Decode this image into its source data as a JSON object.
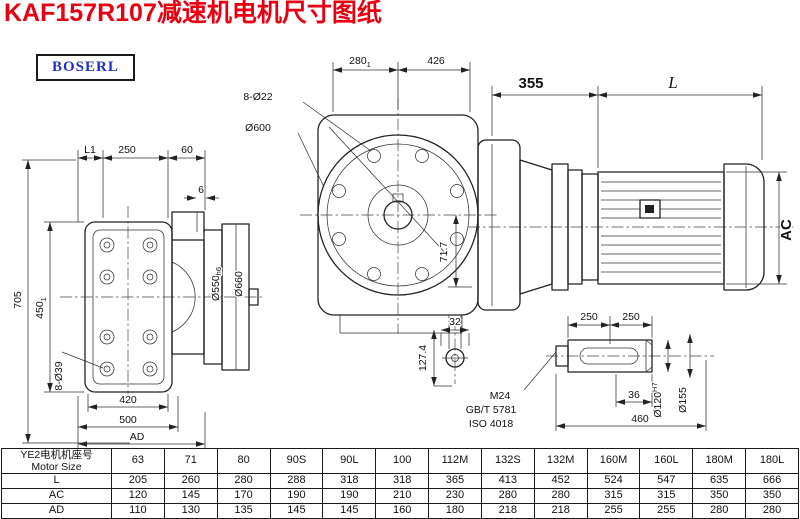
{
  "page": {
    "title": "KAF157R107减速机电机尺寸图纸",
    "logo": "BOSERL"
  },
  "colors": {
    "title_red": "#e60012",
    "logo_blue": "#2030c0",
    "line_dark": "#222222"
  },
  "dims": {
    "left_view": {
      "L1": "L1",
      "d250": "250",
      "d60": "60",
      "d6": "6",
      "d705": "705",
      "d450": "450",
      "d450_sub": "1",
      "dia550": "Ø550",
      "dia550_sub": "h6",
      "dia660": "Ø660",
      "d420": "420",
      "d500": "500",
      "AD": "AD",
      "bolt": "8-Ø39"
    },
    "front_view": {
      "d280": "280",
      "d280_sub": "1",
      "d426": "426",
      "bolt": "8-Ø22",
      "dia600": "Ø600",
      "d71_7": "71.7",
      "d32": "32",
      "d127_4": "127.4"
    },
    "side_view": {
      "d355": "355",
      "L": "L",
      "AC": "AC"
    },
    "shaft_detail": {
      "d250a": "250",
      "d250b": "250",
      "thread": "M24",
      "std1": "GB/T 5781",
      "std2": "ISO 4018",
      "d36": "36",
      "d460": "460",
      "dia120": "Ø120",
      "dia120_sub": "H7",
      "dia155": "Ø155"
    }
  },
  "table": {
    "row_header_line1": "YE2电机机座号",
    "row_header_line2": "Motor Size",
    "columns": [
      "63",
      "71",
      "80",
      "90S",
      "90L",
      "100",
      "112M",
      "132S",
      "132M",
      "160M",
      "160L",
      "180M",
      "180L"
    ],
    "rows": [
      {
        "label": "L",
        "values": [
          "205",
          "260",
          "280",
          "288",
          "318",
          "318",
          "365",
          "413",
          "452",
          "524",
          "547",
          "635",
          "666"
        ]
      },
      {
        "label": "AC",
        "values": [
          "120",
          "145",
          "170",
          "190",
          "190",
          "210",
          "230",
          "280",
          "280",
          "315",
          "315",
          "350",
          "350"
        ]
      },
      {
        "label": "AD",
        "values": [
          "110",
          "130",
          "135",
          "145",
          "145",
          "160",
          "180",
          "218",
          "218",
          "255",
          "255",
          "280",
          "280"
        ]
      }
    ]
  }
}
